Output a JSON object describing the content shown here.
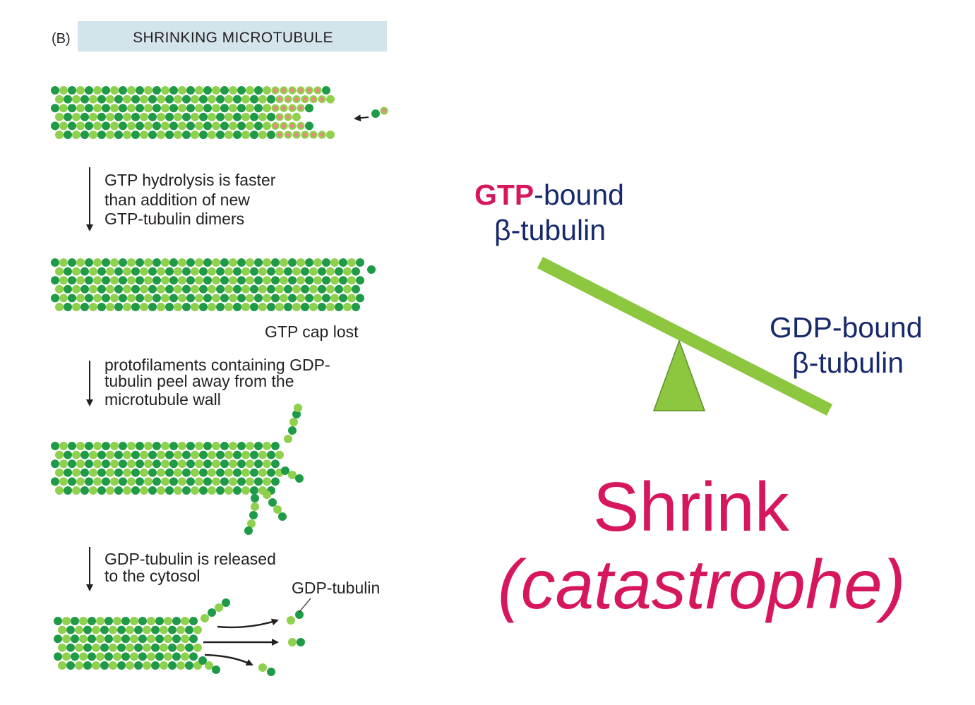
{
  "panel_label": "(B)",
  "header": "SHRINKING MICROTUBULE",
  "steps": [
    {
      "lines": [
        "GTP hydrolysis is faster",
        "than addition of new",
        "GTP-tubulin dimers"
      ]
    },
    {
      "lines": [
        "protofilaments containing GDP-",
        "tubulin peel away from the",
        "microtubule wall"
      ]
    },
    {
      "lines": [
        "GDP-tubulin is released",
        "to the cytosol"
      ]
    }
  ],
  "labels": {
    "gtp_cap_lost": "GTP cap lost",
    "gdp_tubulin": "GDP-tubulin"
  },
  "seesaw": {
    "left_gtp": "GTP",
    "left_bound": "-bound",
    "left_line2": "β-tubulin",
    "right_line1": "GDP-bound",
    "right_line2": "β-tubulin"
  },
  "result": {
    "title": "Shrink",
    "subtitle": "(catastrophe)"
  },
  "colors": {
    "dark_green": "#1f9a48",
    "light_green": "#8fd04c",
    "gtp_core": "#e88a7c",
    "beam": "#8dc63f",
    "fulcrum_stroke": "#5f8f2a",
    "accent_pink": "#d6165d",
    "navy": "#16296b",
    "header_bg": "#d3e5eb",
    "ink": "#231f20"
  }
}
